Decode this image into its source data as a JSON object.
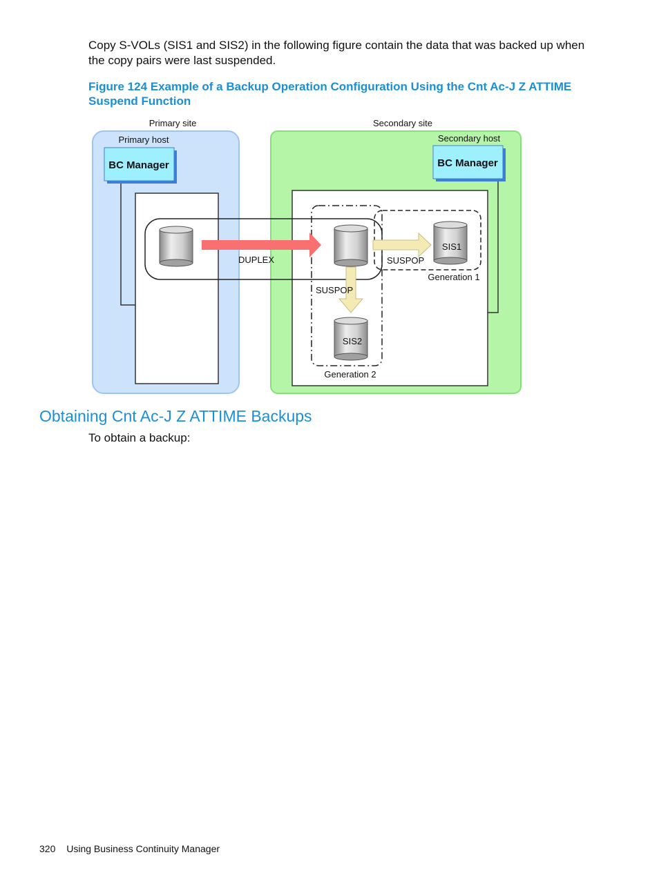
{
  "intro": "Copy S-VOLs (SIS1 and SIS2) in the following figure contain the data that was backed up when the copy pairs were last suspended.",
  "figure": {
    "caption": "Figure 124 Example of a Backup Operation Configuration Using the Cnt Ac-J Z ATTIME Suspend Function",
    "primary_site": "Primary site",
    "secondary_site": "Secondary site",
    "primary_host": "Primary host",
    "secondary_host": "Secondary host",
    "bc_manager": "BC Manager",
    "duplex": "DUPLEX",
    "suspop": "SUSPOP",
    "sis1": "SIS1",
    "sis2": "SIS2",
    "generation1": "Generation 1",
    "generation2": "Generation 2",
    "colors": {
      "primary_fill": "#cde3fb",
      "secondary_fill": "#b4f5a8",
      "host_fill": "#9ff0ff",
      "duplex_arrow": "#f87070",
      "suspop_arrow": "#f3eab4"
    }
  },
  "section": {
    "heading": "Obtaining Cnt Ac-J Z ATTIME Backups",
    "lead": "To obtain a backup:"
  },
  "footer": {
    "page_number": "320",
    "chapter": "Using Business Continuity Manager"
  }
}
